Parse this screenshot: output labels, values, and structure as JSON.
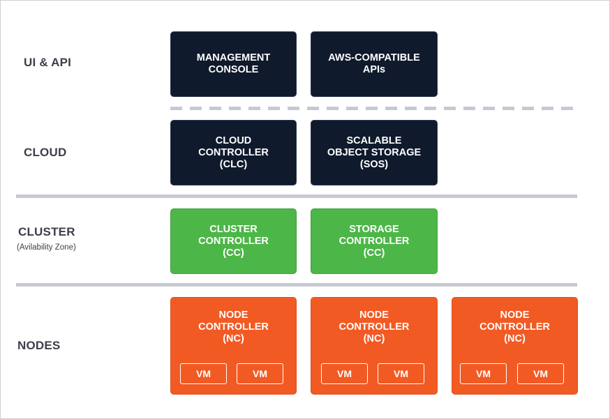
{
  "layers": {
    "ui_api": {
      "label": "UI & API"
    },
    "cloud": {
      "label": "CLOUD"
    },
    "cluster": {
      "label": "CLUSTER",
      "sublabel": "(Avilability Zone)"
    },
    "nodes": {
      "label": "NODES"
    }
  },
  "boxes": {
    "management_console": [
      "MANAGEMENT",
      "CONSOLE"
    ],
    "aws_apis": [
      "AWS-COMPATIBLE",
      "APIs"
    ],
    "cloud_controller": [
      "CLOUD",
      "CONTROLLER",
      "(CLC)"
    ],
    "object_storage": [
      "SCALABLE",
      "OBJECT STORAGE",
      "(SOS)"
    ],
    "cluster_controller": [
      "CLUSTER",
      "CONTROLLER",
      "(CC)"
    ],
    "storage_controller": [
      "STORAGE",
      "CONTROLLER",
      "(CC)"
    ],
    "node_controller": [
      "NODE",
      "CONTROLLER",
      "(NC)"
    ]
  },
  "vm_label": "VM",
  "colors": {
    "dark": "#0f1a2c",
    "green": "#4db648",
    "orange": "#f25a24",
    "separator": "#c5c9d1"
  }
}
